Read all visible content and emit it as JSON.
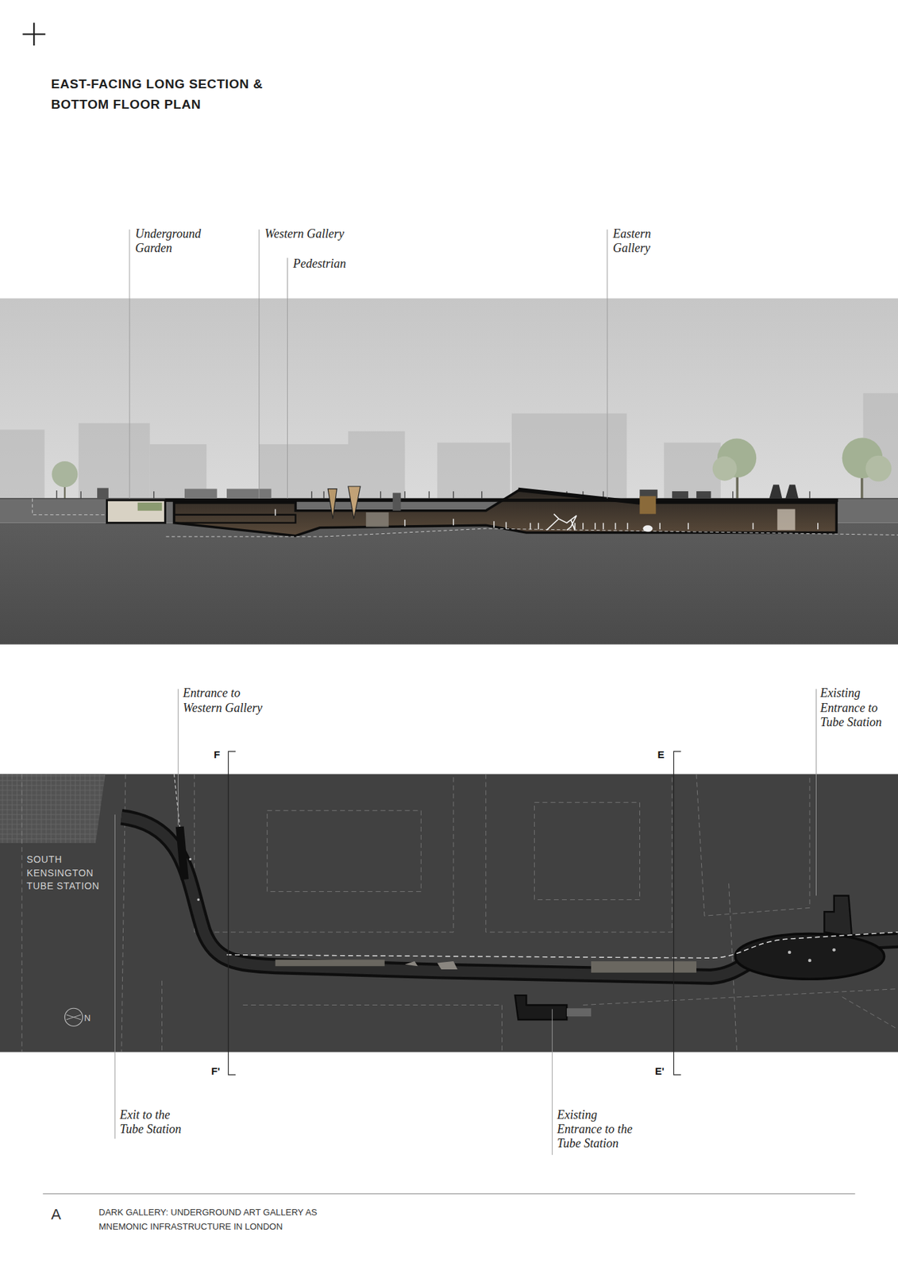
{
  "diagram": {
    "title": "EAST-FACING LONG SECTION & BOTTOM FLOOR PLAN",
    "caption": "DARK GALLERY: UNDERGROUND ART GALLERY AS MNEMONIC INFRASTRUCTURE IN LONDON",
    "labels": [
      "Underground Garden",
      "Western Gallery",
      "Pedestrian",
      "Eastern Gallery",
      "Entrance to Western Gallery",
      "F",
      "E",
      "Existing Entrance to Tube Station",
      "SOUTH KENSINGTON TUBE STATION",
      "N",
      "F'",
      "E'",
      "Exit to the Tube Station",
      "Existing Entrance to the Tube Station",
      "A"
    ]
  }
}
